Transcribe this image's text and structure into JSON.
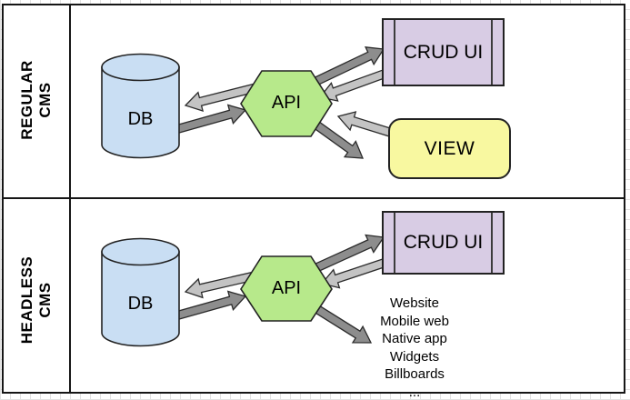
{
  "diagram": {
    "rows": [
      {
        "label_line1": "REGULAR",
        "label_line2": "CMS",
        "nodes": {
          "db": "DB",
          "api": "API",
          "crud": "CRUD UI",
          "view": "VIEW"
        }
      },
      {
        "label_line1": "HEADLESS",
        "label_line2": "CMS",
        "nodes": {
          "db": "DB",
          "api": "API",
          "crud": "CRUD UI"
        },
        "channels": [
          "Website",
          "Mobile web",
          "Native app",
          "Widgets",
          "Billboards",
          "..."
        ]
      }
    ],
    "colors": {
      "db_fill": "#c9def3",
      "api_fill": "#b7e98b",
      "crud_fill": "#d8cce4",
      "view_fill": "#f8f8a0",
      "arrow_light": "#c3c3c3",
      "arrow_dark": "#8d8d8d",
      "outline": "#222222"
    }
  }
}
